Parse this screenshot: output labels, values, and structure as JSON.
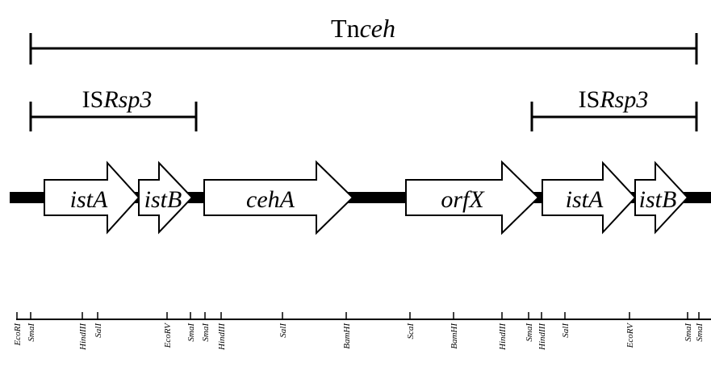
{
  "transposon": {
    "prefix": "Tn",
    "suffix": "ceh"
  },
  "is_left": {
    "prefix": "IS",
    "suffix": "Rsp3"
  },
  "is_right": {
    "prefix": "IS",
    "suffix": "Rsp3"
  },
  "genes": [
    "istA",
    "istB",
    "cehA",
    "orfX",
    "istA",
    "istB"
  ],
  "sites": [
    "EcoRI",
    "SmaI",
    "HindIII",
    "SalI",
    "EcoRV",
    "SmaI",
    "SmaI",
    "HindIII",
    "SalI",
    "BamHI",
    "ScaI",
    "BamHI",
    "HindIII",
    "SmaI",
    "HindIII",
    "SalI",
    "EcoRV",
    "SmaI",
    "SmaI"
  ],
  "colors": {
    "ink": "#000000",
    "paper": "#ffffff"
  }
}
